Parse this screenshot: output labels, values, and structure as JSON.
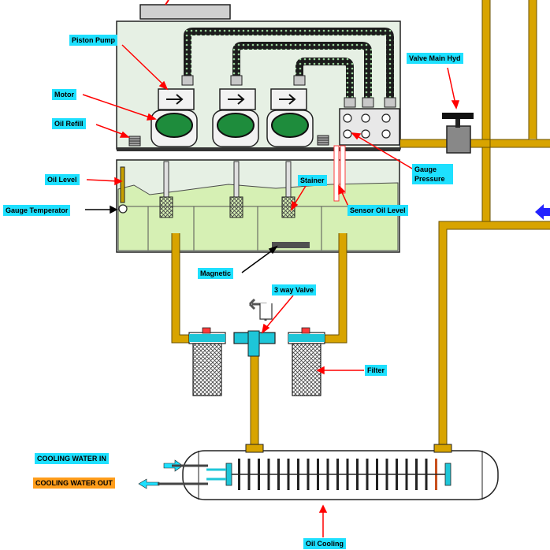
{
  "labels": {
    "piston_pump": "Piston Pump",
    "motor": "Motor",
    "oil_refill": "Oil Refill",
    "oil_level": "Oil Level",
    "gauge_temperature": "Gauge Temperator",
    "valve_main_hyd": "Valve Main Hyd",
    "gauge_pressure": "Gauge Pressure",
    "strainer": "Stainer",
    "sensor_oil_level": "Sensor Oil Level",
    "magnetic": "Magnetic",
    "three_way_valve": "3 way Valve",
    "filter": "Filter",
    "cooling_water_in": "COOLING WATER IN",
    "cooling_water_out": "COOLING WATER OUT",
    "oil_cooling": "Oil Cooling"
  },
  "colors": {
    "label_bg": "#1ee0ff",
    "label_out_bg": "#ff9d1a",
    "pipe": "#d8a400",
    "tank_upper": "#e6f0e4",
    "tank_oil": "#d6f0b4",
    "motor_green": "#1e8c3c",
    "hose": "#1c1c1c",
    "arrow_red": "#ff0000",
    "cooler": "#ffffff",
    "water_arrow": "#1ee0ff"
  },
  "icons": [
    "direction-arrow-icon",
    "gear-icon",
    "valve-handle-icon",
    "flow-arrow-icon"
  ]
}
